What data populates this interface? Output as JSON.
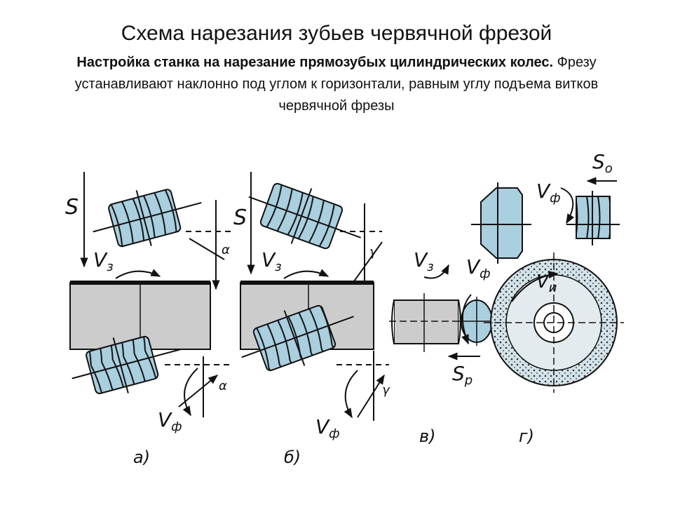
{
  "header": {
    "title": "Схема нарезания зубьев червячной фрезой",
    "subtitle_bold": "Настройка станка на нарезание прямозубых цилиндрических колес.",
    "subtitle_rest": " Фрезу устанавливают наклонно под углом  к горизонтали, равным углу подъема витков червячной фрезы"
  },
  "diagram": {
    "panels": [
      {
        "id": "a",
        "caption": "а)",
        "labels": {
          "feed": "S",
          "workpiece_speed": "V",
          "workpiece_speed_sub": "з",
          "angle": "α",
          "cutter_speed": "V",
          "cutter_speed_sub": "ф"
        }
      },
      {
        "id": "b",
        "caption": "б)",
        "labels": {
          "feed": "S",
          "workpiece_speed": "V",
          "workpiece_speed_sub": "з",
          "angle": "γ",
          "cutter_speed": "V",
          "cutter_speed_sub": "ф"
        }
      },
      {
        "id": "v",
        "caption": "в)",
        "labels": {
          "workpiece_speed": "V",
          "workpiece_speed_sub": "з",
          "cutter_speed": "V",
          "cutter_speed_sub": "ф",
          "radial_feed": "S",
          "radial_feed_sub": "р"
        }
      },
      {
        "id": "g",
        "caption": "г)",
        "labels": {
          "axial_feed": "S",
          "axial_feed_sub": "о",
          "cutter_speed": "V",
          "cutter_speed_sub": "ф",
          "tool_speed": "V",
          "tool_speed_sub": "и"
        }
      }
    ],
    "colors": {
      "cutter": "#aacfdf",
      "workpiece": "#cccccc",
      "outline": "#111111"
    }
  }
}
